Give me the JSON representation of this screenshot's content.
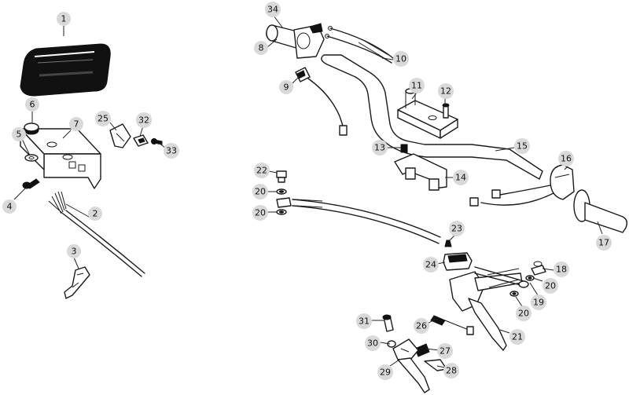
{
  "diagram": {
    "parts": [
      {
        "num": "1"
      },
      {
        "num": "2"
      },
      {
        "num": "3"
      },
      {
        "num": "4"
      },
      {
        "num": "5"
      },
      {
        "num": "6"
      },
      {
        "num": "7"
      },
      {
        "num": "8"
      },
      {
        "num": "9"
      },
      {
        "num": "10"
      },
      {
        "num": "11"
      },
      {
        "num": "12"
      },
      {
        "num": "13"
      },
      {
        "num": "14"
      },
      {
        "num": "15"
      },
      {
        "num": "16"
      },
      {
        "num": "17"
      },
      {
        "num": "18"
      },
      {
        "num": "19"
      },
      {
        "num": "20"
      },
      {
        "num": "20"
      },
      {
        "num": "20"
      },
      {
        "num": "20"
      },
      {
        "num": "21"
      },
      {
        "num": "22"
      },
      {
        "num": "23"
      },
      {
        "num": "24"
      },
      {
        "num": "25"
      },
      {
        "num": "26"
      },
      {
        "num": "27"
      },
      {
        "num": "28"
      },
      {
        "num": "29"
      },
      {
        "num": "30"
      },
      {
        "num": "31"
      },
      {
        "num": "32"
      },
      {
        "num": "33"
      },
      {
        "num": "34"
      }
    ],
    "colors": {
      "ink": "#1a1a1a",
      "callout_bg": "#d9d9d9",
      "paper": "#ffffff"
    }
  }
}
